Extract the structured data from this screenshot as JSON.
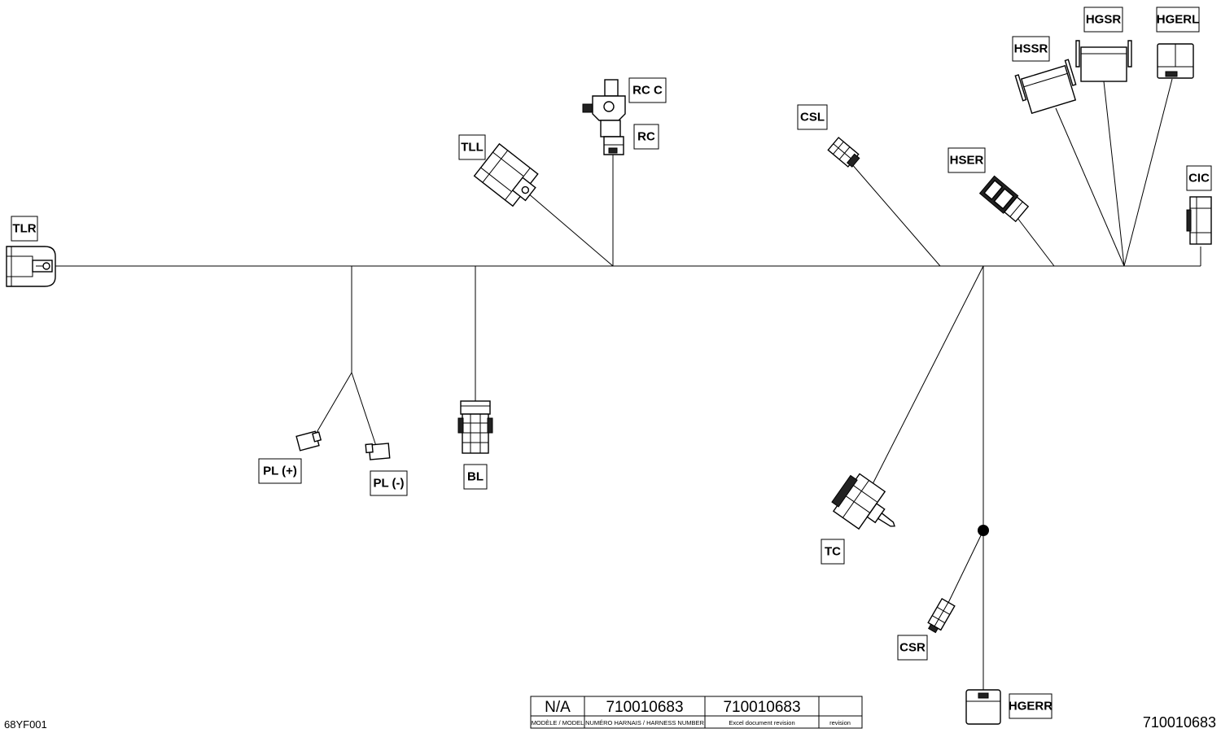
{
  "labels": {
    "TLR": "TLR",
    "TLL": "TLL",
    "RCC": "RC  C",
    "RC": "RC",
    "CSL": "CSL",
    "HSER": "HSER",
    "HSSR": "HSSR",
    "HGSR": "HGSR",
    "HGERL": "HGERL",
    "CIC": "CIC",
    "PLP": "PL (+)",
    "PLM": "PL (-)",
    "BL": "BL",
    "TC": "TC",
    "CSR": "CSR",
    "HGERR": "HGERR"
  },
  "title_block": {
    "model_value": "N/A",
    "harness_value": "710010683",
    "excel_value": "710010683",
    "revision_value": "",
    "model_caption": "MODÈLE / MODEL",
    "harness_caption": "NUMÉRO HARNAIS / HARNESS NUMBER",
    "excel_caption": "Excel document revision",
    "revision_caption": "revision"
  },
  "figure_ref": "68YF001",
  "part_number": "710010683"
}
